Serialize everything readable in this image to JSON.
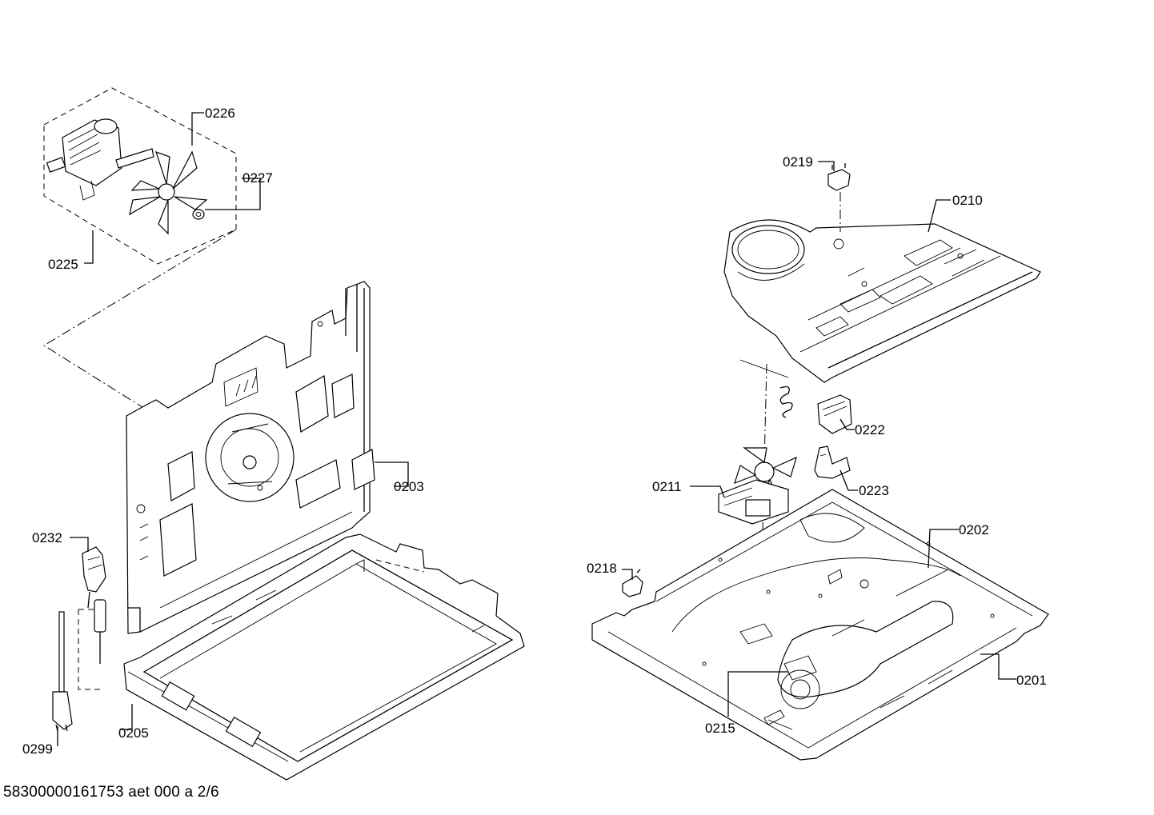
{
  "document": {
    "id_text": "58300000161753 aet 000 a 2/6"
  },
  "callouts": [
    {
      "id": "0226",
      "label": "0226"
    },
    {
      "id": "0227",
      "label": "0227"
    },
    {
      "id": "0225",
      "label": "0225"
    },
    {
      "id": "0203",
      "label": "0203"
    },
    {
      "id": "0232",
      "label": "0232"
    },
    {
      "id": "0299",
      "label": "0299"
    },
    {
      "id": "0205",
      "label": "0205"
    },
    {
      "id": "0219",
      "label": "0219"
    },
    {
      "id": "0210",
      "label": "0210"
    },
    {
      "id": "0222",
      "label": "0222"
    },
    {
      "id": "0223",
      "label": "0223"
    },
    {
      "id": "0211",
      "label": "0211"
    },
    {
      "id": "0202",
      "label": "0202"
    },
    {
      "id": "0218",
      "label": "0218"
    },
    {
      "id": "0201",
      "label": "0201"
    },
    {
      "id": "0215",
      "label": "0215"
    }
  ]
}
